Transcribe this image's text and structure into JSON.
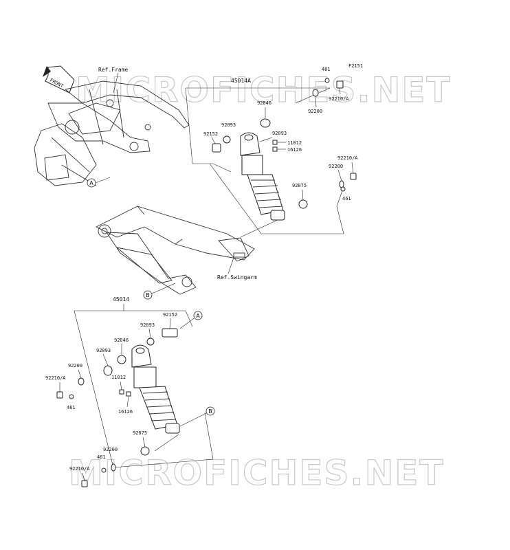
{
  "figure_code": "F2151",
  "watermark": "MICROFICHES.NET",
  "ref_frame": "Ref.Frame",
  "ref_swingarm": "Ref.Swingarm",
  "front_arrow": "FRONT",
  "upper": {
    "assembly": "45014A",
    "p461": "461",
    "p92210a_top": "92210/A",
    "p92200_top": "92200",
    "p92046": "92046",
    "p92093_a": "92093",
    "p92093_b": "92093",
    "p92152": "92152",
    "p11012": "11012",
    "p16126": "16126",
    "p92210a_mid": "92210/A",
    "p92200_mid": "92200",
    "p92075": "92075",
    "p461_mid": "461"
  },
  "lower": {
    "assembly": "45014",
    "p92152": "92152",
    "p92093_a": "92093",
    "p92046": "92046",
    "p92093_b": "92093",
    "p92200": "92200",
    "p92210a": "92210/A",
    "p461": "461",
    "p11012": "11012",
    "p16126": "16126",
    "p92075": "92075",
    "p92200_b": "92200",
    "p461_b": "461",
    "p92210a_b": "92210/A"
  },
  "callouts": {
    "a": "A",
    "b": "B"
  }
}
